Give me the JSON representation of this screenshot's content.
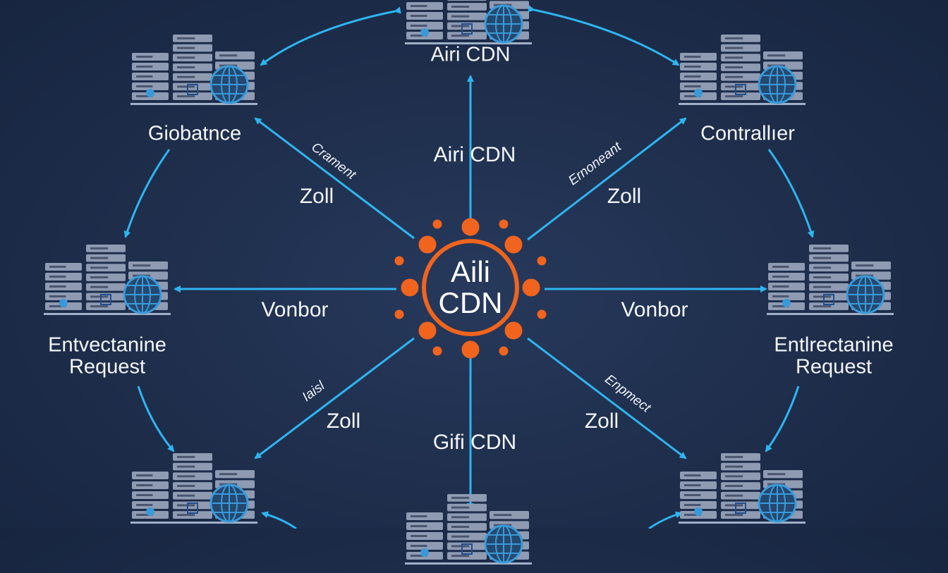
{
  "hub": {
    "line1": "Aili",
    "line2": "CDN"
  },
  "nodes": {
    "top": "Airi CDN",
    "top_left": "Giobatnce",
    "top_right": "Contrallıer",
    "left": {
      "line1": "Entvectanine",
      "line2": "Request"
    },
    "right": {
      "line1": "Entlrectanine",
      "line2": "Request"
    }
  },
  "edge_labels": {
    "up": "Airi CDN",
    "upper_left": "Zoll",
    "upper_right": "Zoll",
    "left": "Vonbor",
    "right": "Vonbor",
    "lower_left": "Zoll",
    "lower_right": "Zoll",
    "down": "Gifi CDN"
  },
  "edge_tags": {
    "upper_left": "Crament",
    "upper_right": "Ernoneant",
    "lower_left": "Iaisl",
    "lower_right": "Enpmect"
  },
  "colors": {
    "background": "#1f2f4d",
    "arrow": "#2fb4f0",
    "hub": "#f0641e",
    "server": "#8f9bb3",
    "globe": "#3a9ad9",
    "text": "#f4f6fa"
  },
  "icons": [
    "server-rack-icon",
    "globe-icon",
    "lock-icon",
    "network-hub-icon"
  ]
}
